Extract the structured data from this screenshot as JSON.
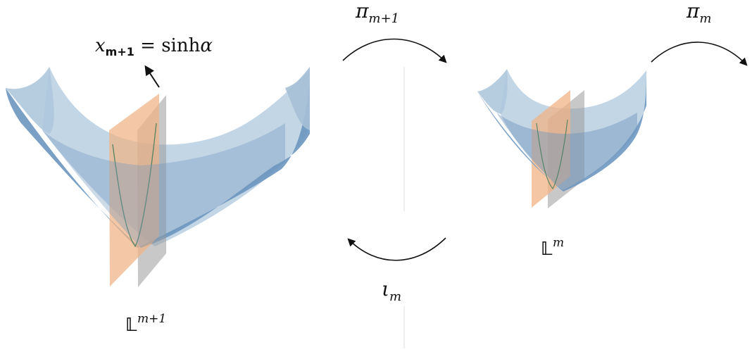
{
  "labels": {
    "pi_m1": {
      "sym": "π",
      "sub": "m+1"
    },
    "pi_m": {
      "sym": "π",
      "sub": "m"
    },
    "iota_m": {
      "sym": "ι",
      "sub": "m"
    },
    "equation": {
      "var": "x",
      "sub": "m+1",
      "rhs": " = sinh",
      "param": "α"
    },
    "L_m1": {
      "sym": "𝕃",
      "sup": "m+1"
    },
    "L_m": {
      "sym": "𝕃",
      "sup": "m"
    }
  },
  "colors": {
    "surface_top": "#b9d0e3",
    "surface_bottom": "#6b95bf",
    "surface_dark": "#5f85ad",
    "plane_orange": "#f1b88a",
    "plane_gray": "#a7a7a7",
    "curve": "#3c7a5a",
    "arrow": "#111111"
  },
  "icons": [
    "curved-arrow-icon",
    "straight-arrow-icon"
  ]
}
